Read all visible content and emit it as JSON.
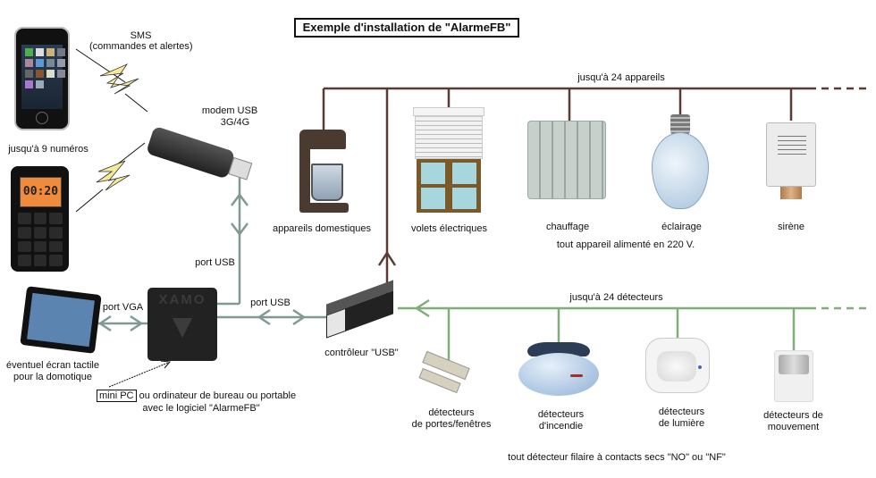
{
  "title": "Exemple d'installation de \"AlarmeFB\"",
  "colors": {
    "power_bus": "#5a3a32",
    "sensor_bus": "#7fae78",
    "usb_link": "#7f9a95",
    "lightning": "#f5e99a"
  },
  "phones": {
    "sms_line1": "SMS",
    "sms_line2": "(commandes et alertes)",
    "numbers_label": "jusqu'à 9 numéros",
    "feature_phone_display": "00:20"
  },
  "modem": {
    "line1": "modem USB",
    "line2": "3G/4G",
    "port_label": "port USB"
  },
  "screen": {
    "port_label": "port VGA",
    "line1": "éventuel écran tactile",
    "line2": "pour la domotique"
  },
  "pc": {
    "brand": "XAMO",
    "tag": "mini PC",
    "line1_rest": " ou ordinateur de bureau ou portable",
    "line2": "avec le logiciel \"AlarmeFB\""
  },
  "controller": {
    "port_label": "port USB",
    "label": "contrôleur  \"USB\""
  },
  "appliances": {
    "bus_label": "jusqu'à 24 appareils",
    "footer": "tout appareil alimenté en 220 V.",
    "items": [
      {
        "icon": "coffee-maker-icon",
        "label": "appareils domestiques"
      },
      {
        "icon": "electric-shutter-icon",
        "label": "volets électriques"
      },
      {
        "icon": "radiator-icon",
        "label": "chauffage"
      },
      {
        "icon": "light-bulb-icon",
        "label": "éclairage"
      },
      {
        "icon": "siren-icon",
        "label": "sirène"
      }
    ]
  },
  "detectors": {
    "bus_label": "jusqu'à 24 détecteurs",
    "footer": "tout détecteur filaire à contacts secs \"NO\" ou \"NF\"",
    "items": [
      {
        "icon": "door-contact-icon",
        "line1": "détecteurs",
        "line2": "de portes/fenêtres"
      },
      {
        "icon": "smoke-detector-icon",
        "line1": "détecteurs",
        "line2": "d'incendie"
      },
      {
        "icon": "light-detector-icon",
        "line1": "détecteurs",
        "line2": "de lumière"
      },
      {
        "icon": "motion-detector-icon",
        "line1": "détecteurs de",
        "line2": "mouvement"
      }
    ]
  }
}
